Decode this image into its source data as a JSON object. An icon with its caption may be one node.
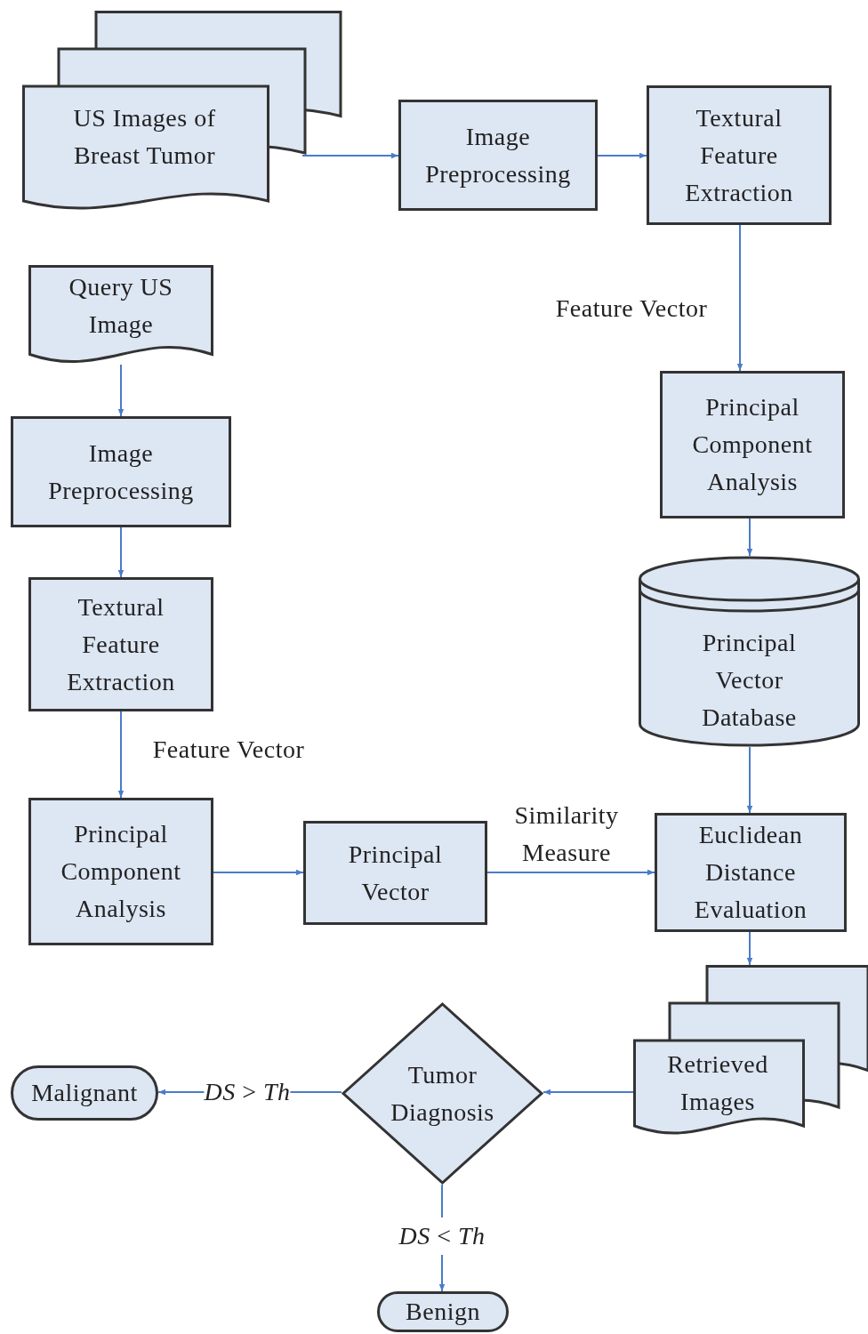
{
  "diagram": {
    "nodes": [
      {
        "text": [
          "US Images of Breast Tumor"
        ]
      },
      {
        "text": [
          "Image Preprocessing"
        ]
      },
      {
        "text": [
          "Textural Feature Extraction"
        ]
      },
      {
        "text": [
          "Query US Image"
        ]
      },
      {
        "text": [
          "Image Preprocessing"
        ]
      },
      {
        "text": [
          "Textural Feature Extraction"
        ]
      },
      {
        "text": [
          "Principal Component Analysis"
        ]
      },
      {
        "text": [
          "Principal Vector Database"
        ]
      },
      {
        "text": [
          "Principal Component Analysis"
        ]
      },
      {
        "text": [
          "Principal Vector"
        ]
      },
      {
        "text": [
          "Euclidean Distance Evaluation"
        ]
      },
      {
        "text": [
          "Retrieved Images"
        ]
      },
      {
        "text": [
          "Tumor Diagnosis"
        ]
      },
      {
        "text": [
          "Malignant"
        ]
      },
      {
        "text": [
          "Benign"
        ]
      }
    ],
    "edges": [
      {
        "from": 0,
        "to": 1,
        "arrow": "to"
      },
      {
        "from": 1,
        "to": 2,
        "arrow": "to"
      },
      {
        "from": 2,
        "to": 6,
        "arrow": "to",
        "label": "Feature Vector"
      },
      {
        "from": 3,
        "to": 4,
        "arrow": "to"
      },
      {
        "from": 4,
        "to": 5,
        "arrow": "to"
      },
      {
        "from": 5,
        "to": 8,
        "arrow": "to",
        "label": "Feature Vector"
      },
      {
        "from": 6,
        "to": 7,
        "arrow": "to"
      },
      {
        "from": 7,
        "to": 10,
        "arrow": "to"
      },
      {
        "from": 8,
        "to": 9,
        "arrow": "to"
      },
      {
        "from": 9,
        "to": 10,
        "arrow": "to",
        "label": "Similarity Measure"
      },
      {
        "from": 10,
        "to": 11,
        "arrow": "to"
      },
      {
        "from": 11,
        "to": 12,
        "arrow": "to"
      },
      {
        "from": 12,
        "to": 13,
        "arrow": "to",
        "label": "*DS* > *Th*"
      },
      {
        "from": 12,
        "to": 14,
        "arrow": "to",
        "label": "*DS* < *Th*"
      }
    ]
  }
}
